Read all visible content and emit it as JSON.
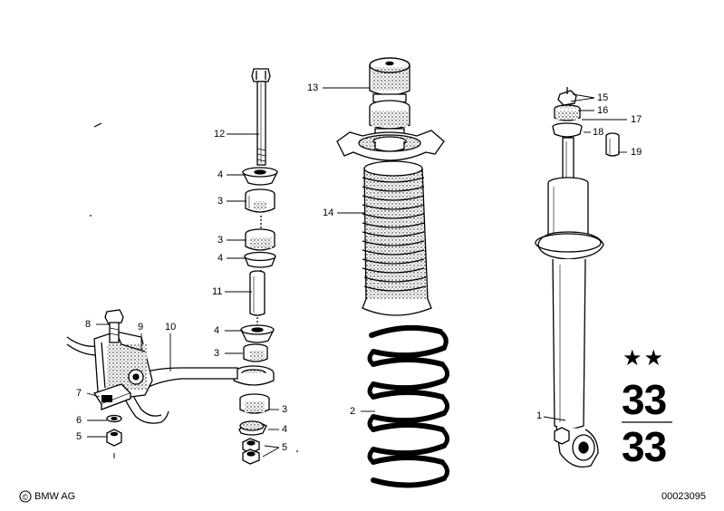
{
  "callouts": {
    "c13": "13",
    "c12": "12",
    "c4a": "4",
    "c3a": "3",
    "c3b": "3",
    "c4b": "4",
    "c14": "14",
    "c11": "11",
    "c8": "8",
    "c9": "9",
    "c10": "10",
    "c4c": "4",
    "c3c": "3",
    "c7": "7",
    "c6": "6",
    "c5a": "5",
    "c3d": "3",
    "c4d": "4",
    "c5b": "5",
    "c2": "2",
    "c15": "15",
    "c16": "16",
    "c17": "17",
    "c18": "18",
    "c19": "19",
    "c1": "1"
  },
  "group": {
    "stars": "★★",
    "top": "33",
    "bottom": "33"
  },
  "footer": {
    "brand": "BMW AG",
    "copyright_symbol": "©",
    "image_number": "00023095"
  },
  "colors": {
    "ink": "#000000",
    "paper": "#ffffff",
    "shade": "#3a3a3a"
  }
}
